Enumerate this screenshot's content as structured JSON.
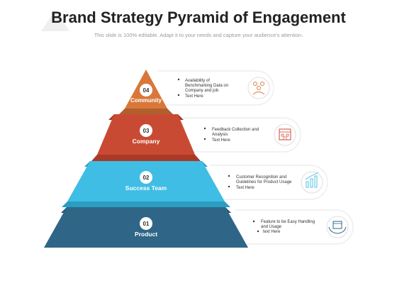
{
  "header": {
    "title": "Brand Strategy Pyramid of Engagement",
    "subtitle": "This slide is 100% editable. Adapt it to your needs and capture your audience's attention."
  },
  "tiers": [
    {
      "number": "04",
      "label": "Community",
      "color": "#d9773a",
      "icon": "people-group-icon",
      "bullets": [
        {
          "lines": [
            "Availability of",
            "Benchmarking Data on",
            "Company and job"
          ]
        },
        {
          "lines": [
            "Text Here"
          ]
        }
      ]
    },
    {
      "number": "03",
      "label": "Company",
      "color": "#c94a33",
      "icon": "building-icon",
      "bullets": [
        {
          "lines": [
            "Feedback Collection and",
            "Analysis"
          ]
        },
        {
          "lines": [
            "Text Here"
          ]
        }
      ]
    },
    {
      "number": "02",
      "label": "Success Team",
      "color": "#3fbde4",
      "icon": "growth-chart-icon",
      "bullets": [
        {
          "lines": [
            "Customer Recognition and",
            "Guidelines for Product Usage"
          ]
        },
        {
          "lines": [
            "Text Here"
          ]
        }
      ]
    },
    {
      "number": "01",
      "label": "Product",
      "color": "#2f6688",
      "icon": "product-box-hands-icon",
      "bullets": [
        {
          "lines": [
            "Feature to be Easy Handling",
            "and Usage"
          ]
        },
        {
          "lines": [
            "text Here"
          ]
        }
      ]
    }
  ]
}
